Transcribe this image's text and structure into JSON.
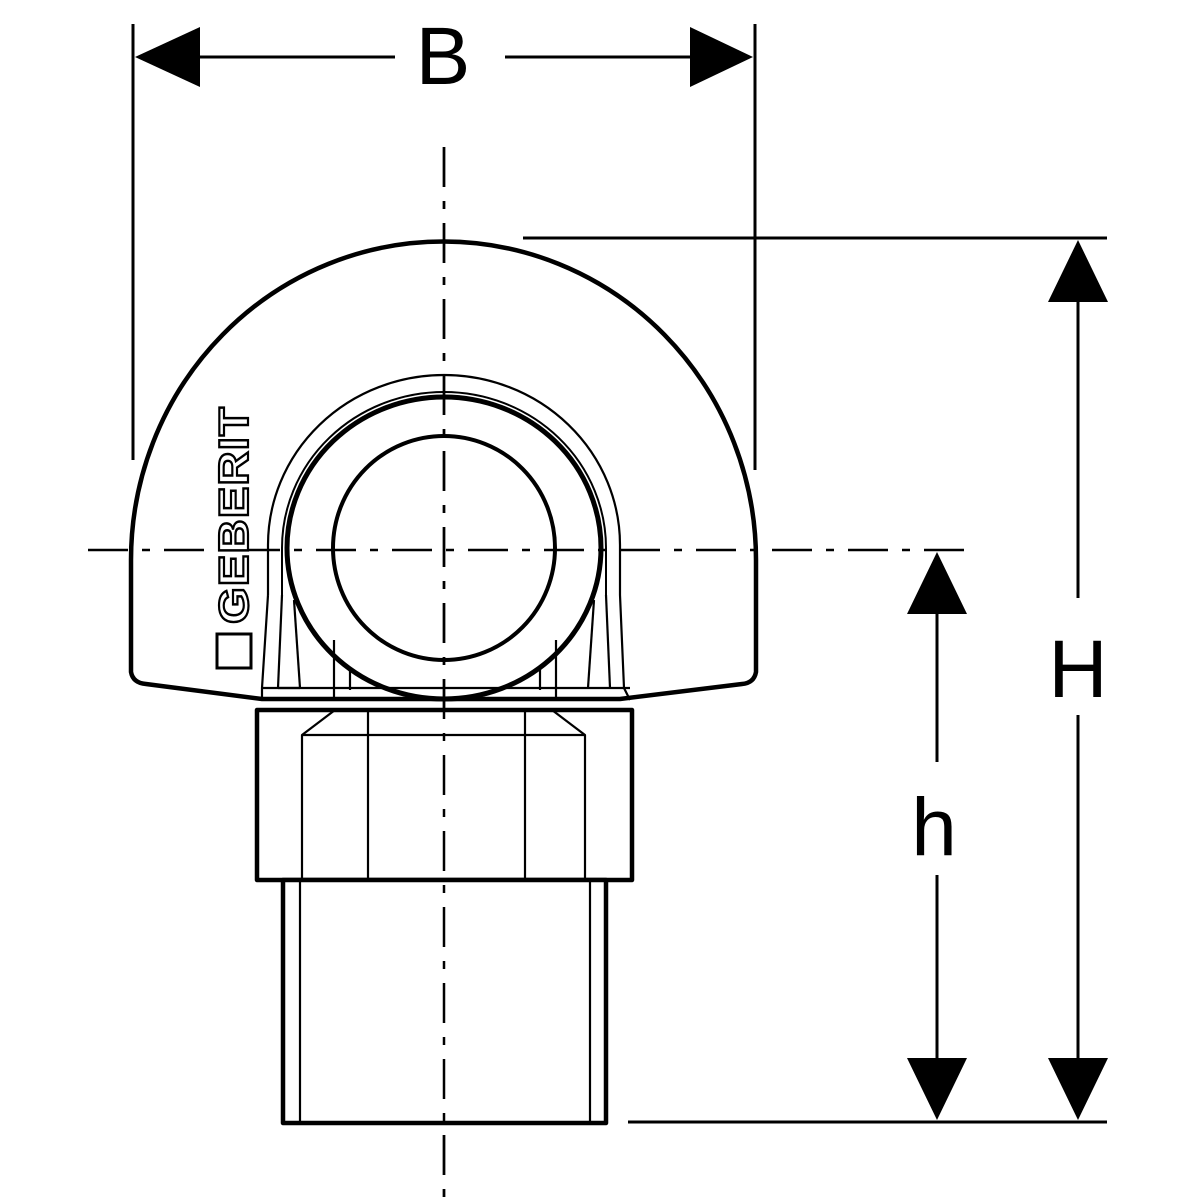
{
  "dimensions": {
    "width_label": "B",
    "height_label": "H",
    "axis_height_label": "h"
  },
  "brand": {
    "logo_text": "GEBERIT"
  },
  "colors": {
    "line": "#000000",
    "background": "#ffffff"
  }
}
